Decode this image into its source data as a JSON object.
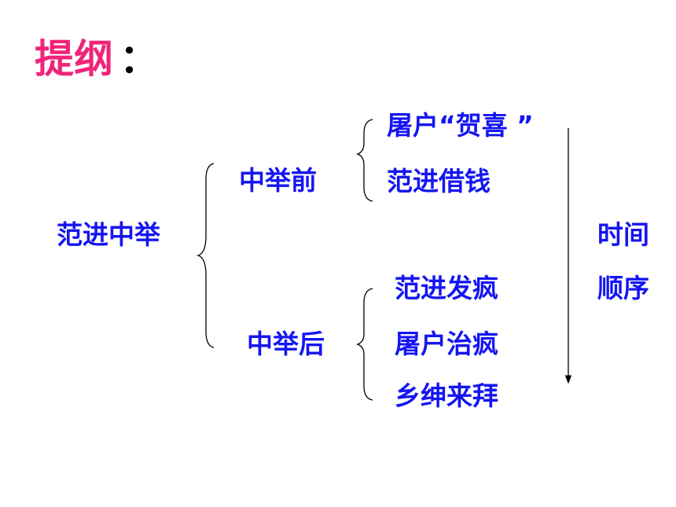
{
  "title": {
    "text": "提纲",
    "colon": "："
  },
  "colors": {
    "title": "#f0247a",
    "node": "#1515f2",
    "line": "#000000"
  },
  "tree": {
    "root": "范进中举",
    "branches": [
      {
        "label": "中举前",
        "items": [
          "屠户“贺喜 ”",
          "范进借钱"
        ]
      },
      {
        "label": "中举后",
        "items": [
          "范进发疯",
          "屠户治疯",
          "乡绅来拜"
        ]
      }
    ]
  },
  "timeline": {
    "line1": "时间",
    "line2": "顺序"
  }
}
